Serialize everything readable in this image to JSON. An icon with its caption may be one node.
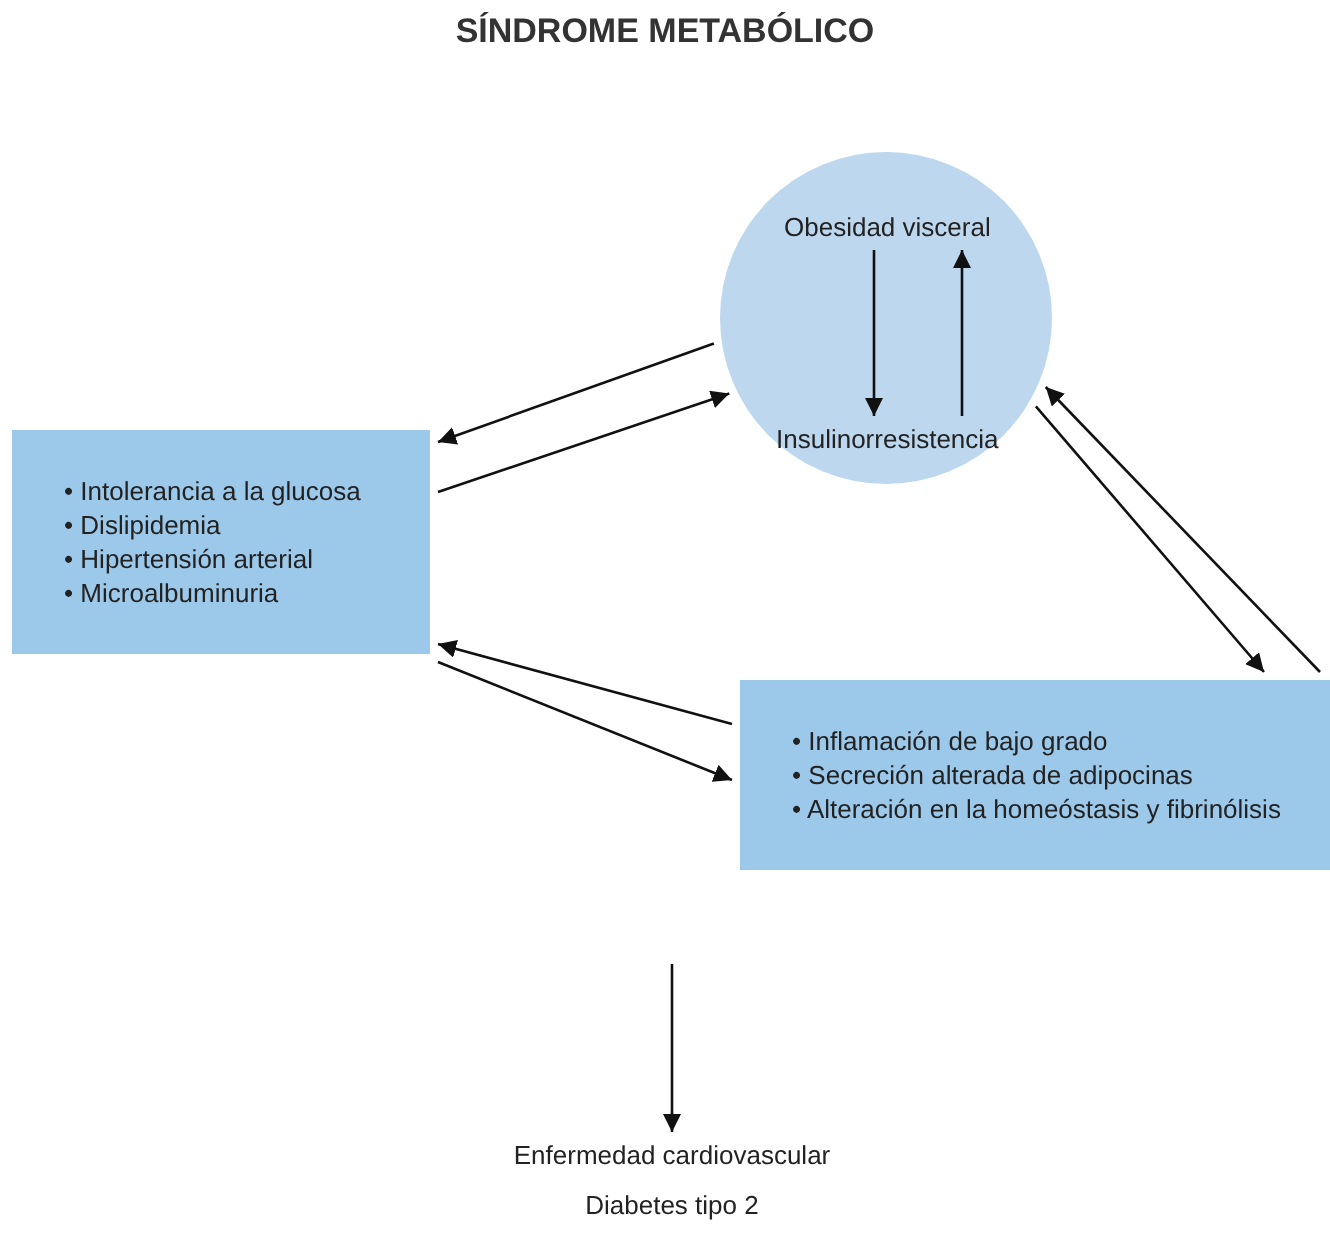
{
  "diagram": {
    "title": "SÍNDROME METABÓLICO",
    "nodes": [
      {
        "text": [],
        "shape": "circle"
      },
      {
        "text": [
          "Obesidad visceral"
        ],
        "in": 0
      },
      {
        "text": [
          "Insulinorresistencia"
        ],
        "in": 0
      },
      {
        "text": [
          "• Intolerancia a la glucosa",
          "• Dislipidemia",
          "• Hipertensión arterial",
          "• Microalbuminuria"
        ]
      },
      {
        "text": [
          "• Inflamación de bajo grado",
          "• Secreción alterada de adipocinas",
          "• Alteración en la homeóstasis y fibrinólisis"
        ]
      },
      {
        "text": [
          "Enfermedad cardiovascular",
          "Diabetes tipo 2"
        ]
      }
    ],
    "edges": [
      {
        "from": 1,
        "to": 2,
        "arrow": "to"
      },
      {
        "from": 2,
        "to": 1,
        "arrow": "to"
      },
      {
        "from": 0,
        "to": 3,
        "arrow": "to"
      },
      {
        "from": 3,
        "to": 0,
        "arrow": "to"
      },
      {
        "from": 0,
        "to": 4,
        "arrow": "to"
      },
      {
        "from": 4,
        "to": 0,
        "arrow": "to"
      },
      {
        "from": 4,
        "to": 3,
        "arrow": "to"
      },
      {
        "from": 3,
        "to": 4,
        "arrow": "to"
      },
      {
        "from": null,
        "to": 5,
        "arrow": "to"
      }
    ]
  }
}
